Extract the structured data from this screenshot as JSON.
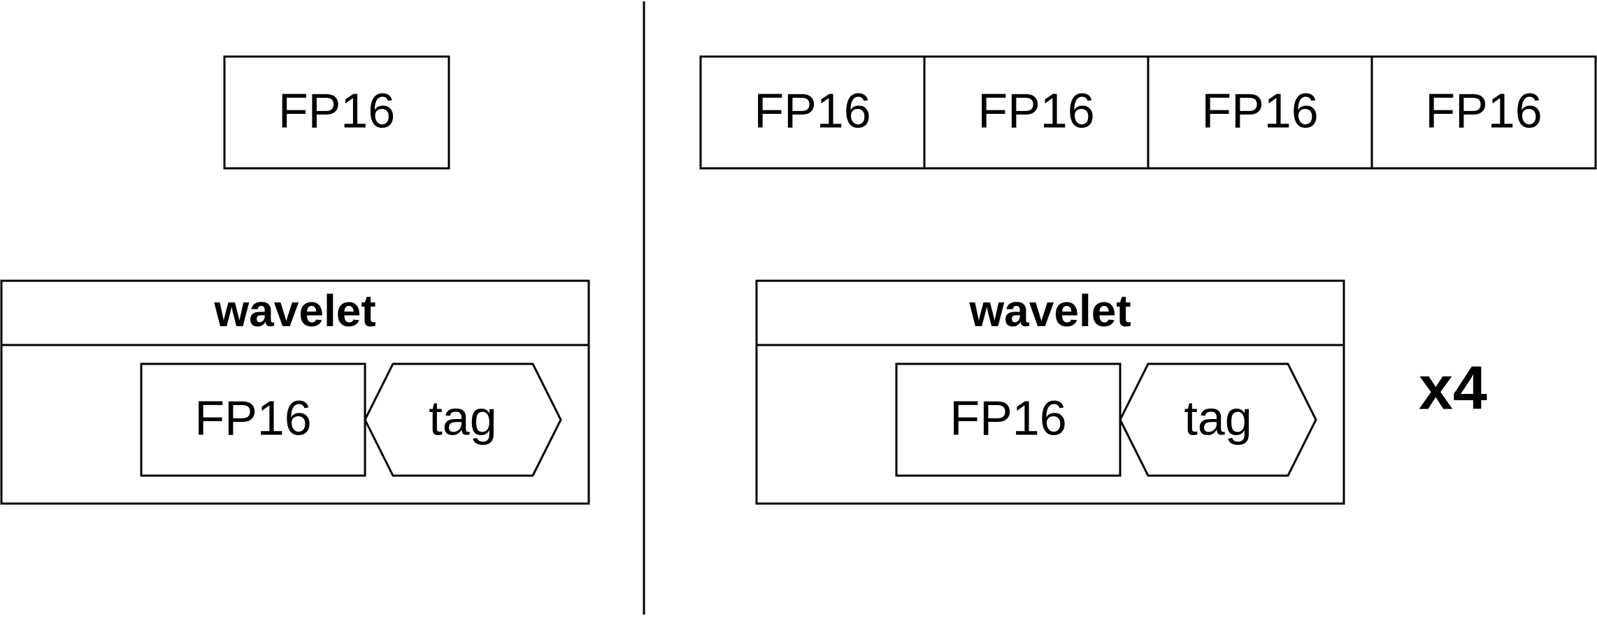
{
  "left": {
    "fp16_label": "FP16",
    "wavelet": {
      "title": "wavelet",
      "fp16_label": "FP16",
      "tag_label": "tag"
    }
  },
  "right": {
    "fp16_cells": [
      "FP16",
      "FP16",
      "FP16",
      "FP16"
    ],
    "wavelet": {
      "title": "wavelet",
      "fp16_label": "FP16",
      "tag_label": "tag"
    },
    "multiplier": "x4"
  }
}
